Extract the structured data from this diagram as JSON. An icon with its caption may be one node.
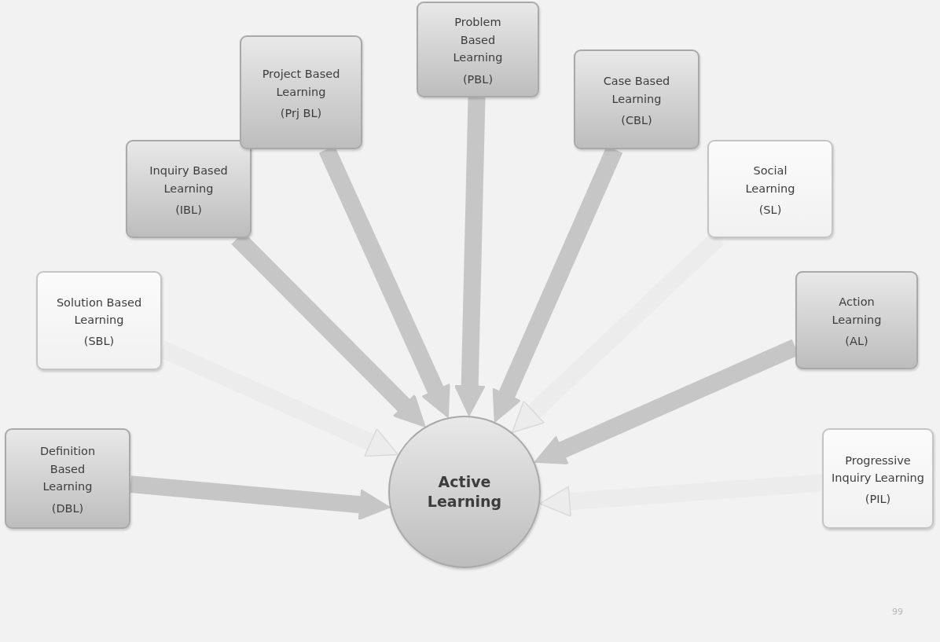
{
  "diagram": {
    "nodes": [
      {
        "text": [
          "Definition Based Learning",
          "(DBL)"
        ]
      },
      {
        "text": [
          "Solution Based Learning",
          "(SBL)"
        ]
      },
      {
        "text": [
          "Inquiry Based Learning",
          "(IBL)"
        ]
      },
      {
        "text": [
          "Project Based Learning",
          "(Prj BL)"
        ]
      },
      {
        "text": [
          "Problem Based Learning",
          "(PBL)"
        ]
      },
      {
        "text": [
          "Case Based Learning",
          "(CBL)"
        ]
      },
      {
        "text": [
          "Social Learning",
          "(SL)"
        ]
      },
      {
        "text": [
          "Action Learning",
          "(AL)"
        ]
      },
      {
        "text": [
          "Progressive Inquiry Learning",
          "(PIL)"
        ]
      },
      {
        "text": [
          "Active Learning"
        ]
      }
    ],
    "edges": [
      {
        "from": 0,
        "to": 9,
        "arrow": "to"
      },
      {
        "from": 1,
        "to": 9,
        "arrow": "to",
        "color": "#ececec"
      },
      {
        "from": 2,
        "to": 9,
        "arrow": "to"
      },
      {
        "from": 3,
        "to": 9,
        "arrow": "to"
      },
      {
        "from": 4,
        "to": 9,
        "arrow": "to"
      },
      {
        "from": 5,
        "to": 9,
        "arrow": "to"
      },
      {
        "from": 6,
        "to": 9,
        "arrow": "to",
        "color": "#ececec"
      },
      {
        "from": 7,
        "to": 9,
        "arrow": "to"
      },
      {
        "from": 8,
        "to": 9,
        "arrow": "to",
        "color": "#ececec"
      }
    ],
    "labels": [
      "99"
    ]
  }
}
